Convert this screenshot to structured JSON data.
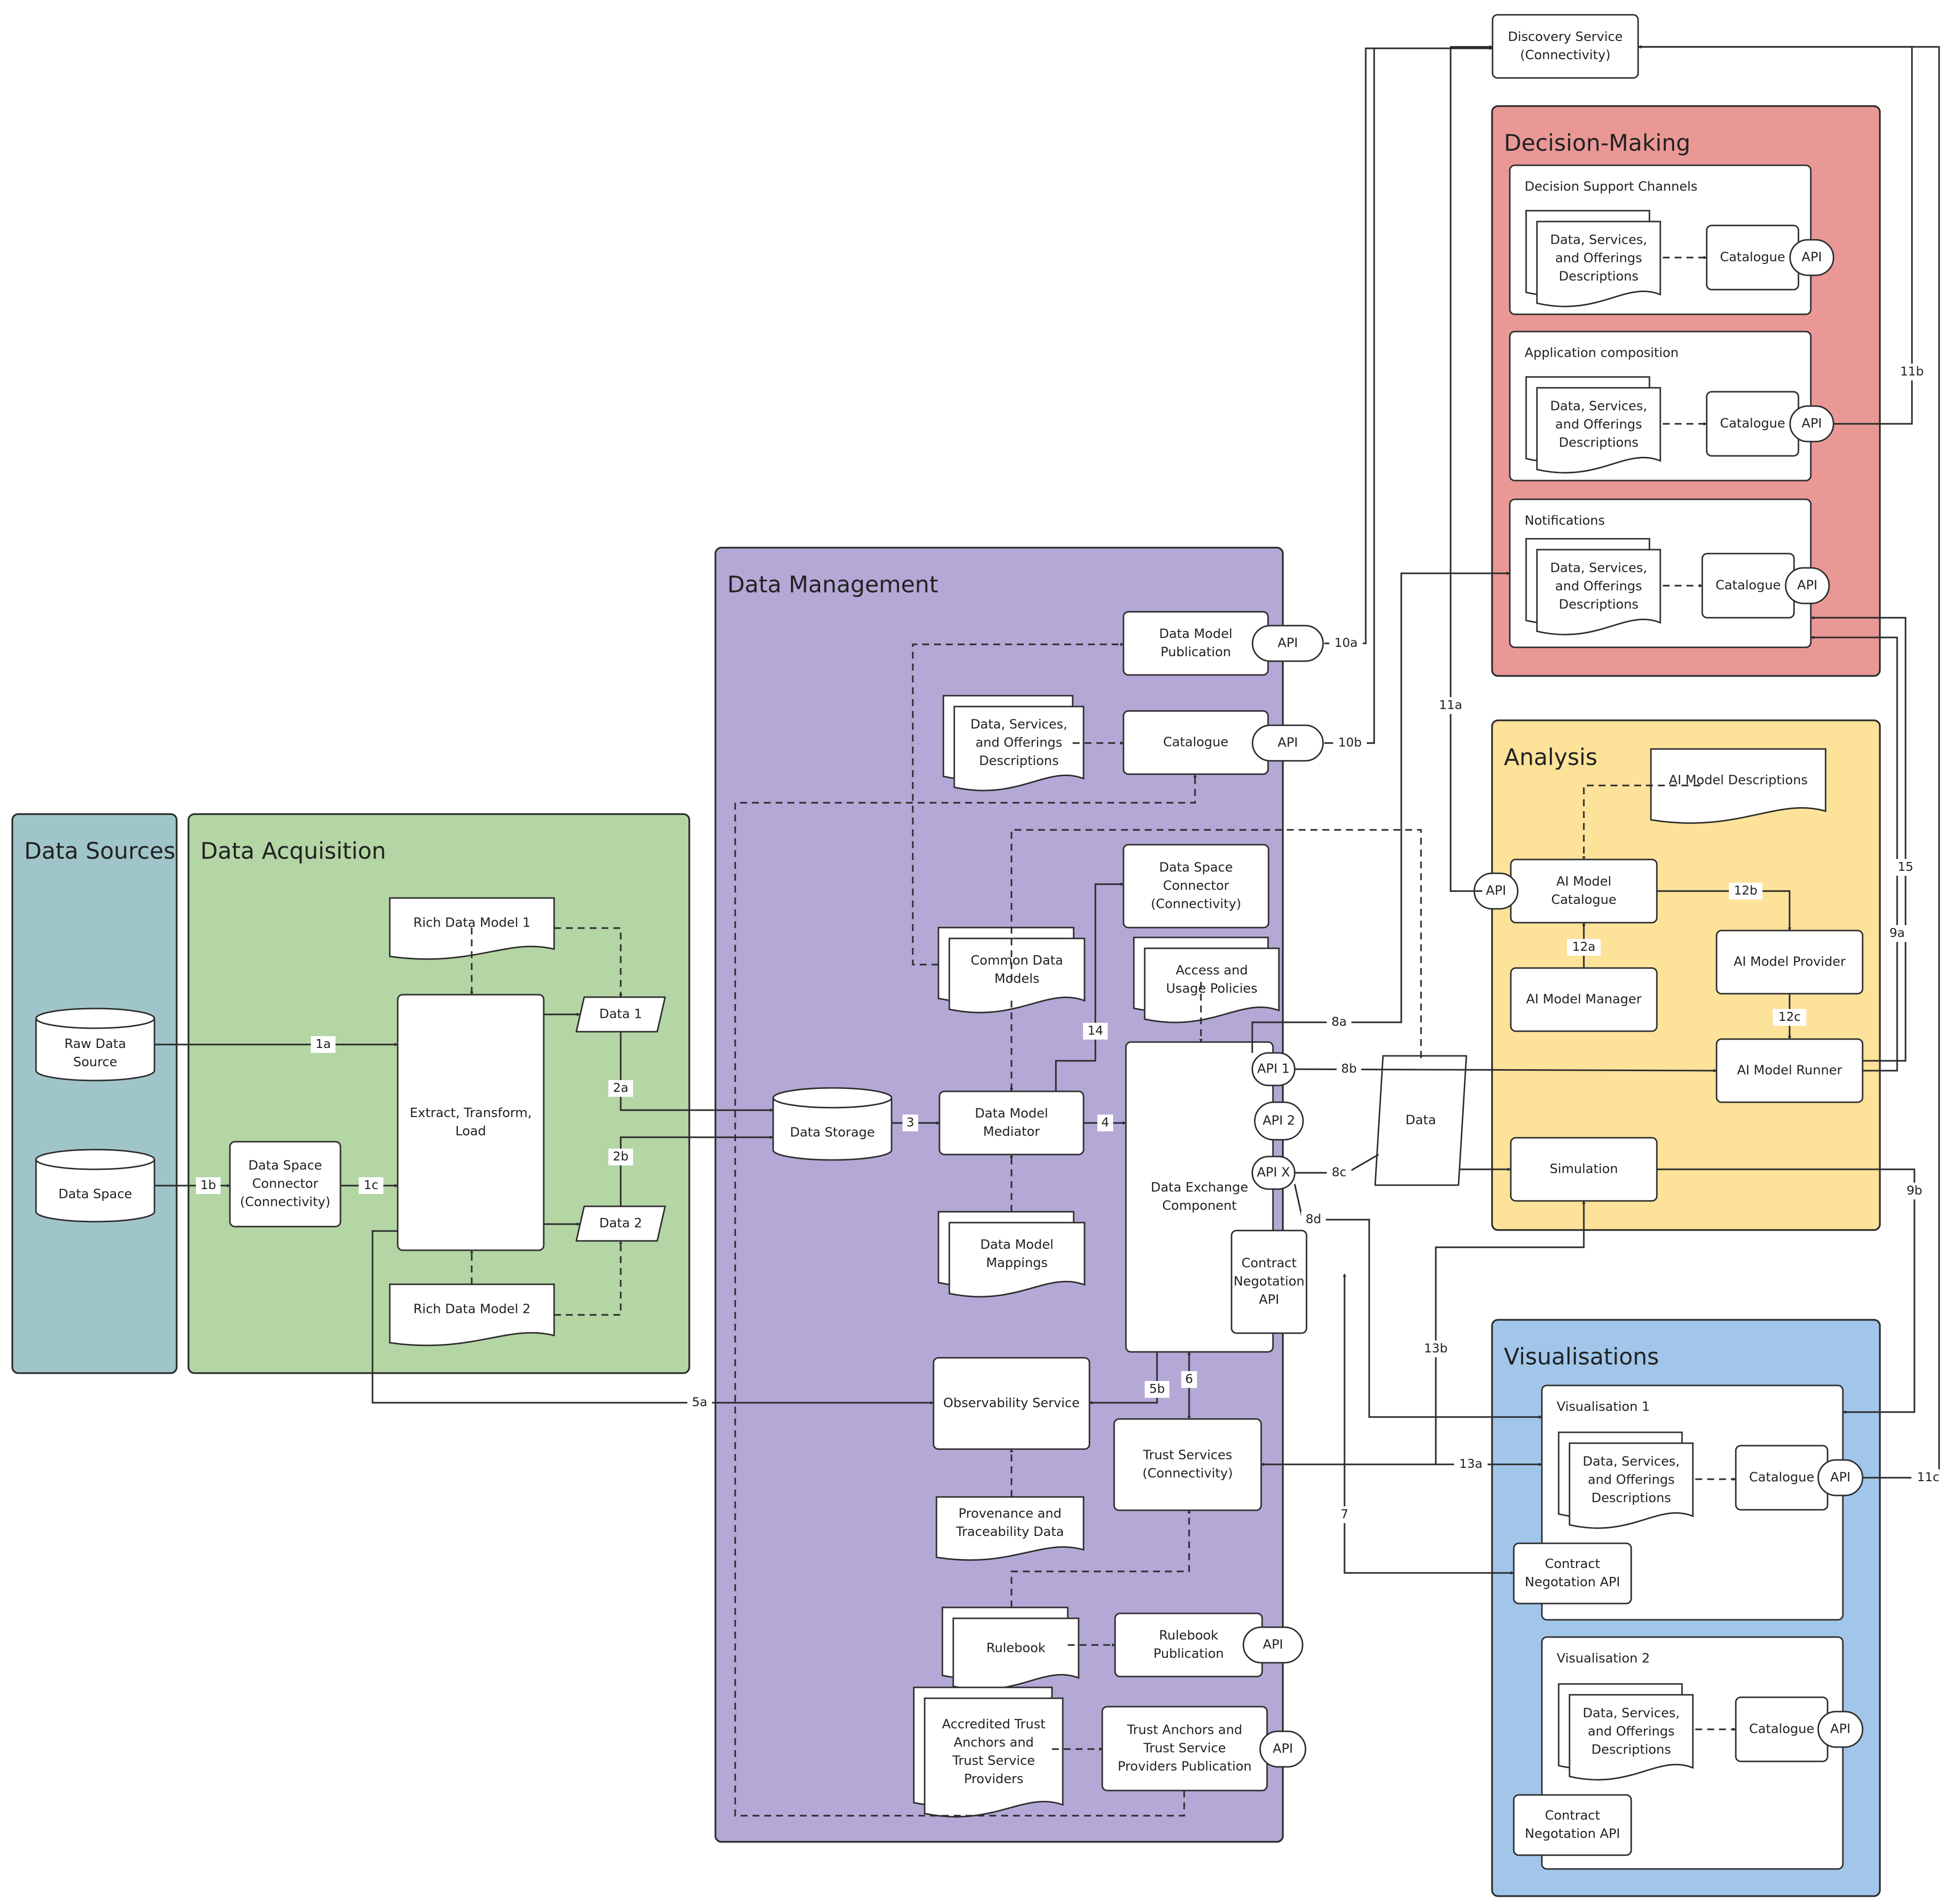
{
  "palette": {
    "sources": "#a0c5c9",
    "acquisition": "#b4d5a4",
    "management": "#b4a8d6",
    "decision": "#e99896",
    "analysis": "#fde29a",
    "visualisations": "#a1c6ea",
    "connectivity": "#f8c9a0",
    "data1": "#f4d5c0",
    "data2": "#dcdcf7",
    "data_token": "#fef5b1"
  },
  "groups": {
    "sources": "Data Sources",
    "acquisition": "Data Acquisition",
    "management": "Data Management",
    "decision": "Decision-Making",
    "analysis": "Analysis",
    "visualisations": "Visualisations"
  },
  "sub_panels": {
    "dsc": "Decision Support Channels",
    "app": "Application composition",
    "notif": "Notifications",
    "vis1": "Visualisation 1",
    "vis2": "Visualisation 2"
  },
  "nodes": {
    "raw_data_source": [
      "Raw Data",
      "Source"
    ],
    "data_space": [
      "Data Space"
    ],
    "dsc_acq": [
      "Data Space",
      "Connector",
      "(Connectivity)"
    ],
    "rich1": [
      "Rich Data Model 1"
    ],
    "rich2": [
      "Rich Data Model 2"
    ],
    "etl": [
      "Extract, Transform,",
      "Load"
    ],
    "data1": [
      "Data 1"
    ],
    "data2": [
      "Data 2"
    ],
    "data_storage": [
      "Data Storage"
    ],
    "dm_publication": [
      "Data Model",
      "Publication"
    ],
    "dm_descriptions": [
      "Data, Services,",
      "and Offerings",
      "Descriptions"
    ],
    "dm_catalogue": [
      "Catalogue"
    ],
    "common_models": [
      "Common Data",
      "Models"
    ],
    "dsc_mgmt": [
      "Data Space",
      "Connector",
      "(Connectivity)"
    ],
    "access_policies": [
      "Access and",
      "Usage Policies"
    ],
    "mediator": [
      "Data Model",
      "Mediator"
    ],
    "mappings": [
      "Data Model",
      "Mappings"
    ],
    "dex": [
      "Data Exchange",
      "Component"
    ],
    "contract_api": [
      "Contract",
      "Negotation",
      "API"
    ],
    "observability": [
      "Observability Service"
    ],
    "trust_services": [
      "Trust Services",
      "(Connectivity)"
    ],
    "provenance": [
      "Provenance and",
      "Traceability Data"
    ],
    "rulebook": [
      "Rulebook"
    ],
    "rulebook_pub": [
      "Rulebook",
      "Publication"
    ],
    "accredited": [
      "Accredited Trust",
      "Anchors and",
      "Trust Service",
      "Providers"
    ],
    "trust_anchors_pub": [
      "Trust Anchors and",
      "Trust Service",
      "Providers Publication"
    ],
    "discovery": [
      "Discovery Service",
      "(Connectivity)"
    ],
    "desc_generic": [
      "Data, Services,",
      "and Offerings",
      "Descriptions"
    ],
    "catalogue": [
      "Catalogue"
    ],
    "api": [
      "API"
    ],
    "api1": [
      "API 1"
    ],
    "api2": [
      "API 2"
    ],
    "apix": [
      "API X"
    ],
    "data_token": [
      "Data"
    ],
    "ai_descriptions": [
      "AI Model Descriptions"
    ],
    "ai_catalogue": [
      "AI Model",
      "Catalogue"
    ],
    "ai_manager": [
      "AI Model Manager"
    ],
    "ai_provider": [
      "AI Model Provider"
    ],
    "ai_runner": [
      "AI Model Runner"
    ],
    "simulation": [
      "Simulation"
    ],
    "vis_contract": [
      "Contract",
      "Negotation API"
    ]
  },
  "edge_labels": [
    "1a",
    "1b",
    "1c",
    "2a",
    "2b",
    "3",
    "4",
    "5a",
    "5b",
    "6",
    "7",
    "8a",
    "8b",
    "8c",
    "8d",
    "9a",
    "9b",
    "10a",
    "10b",
    "11a",
    "11b",
    "11c",
    "12a",
    "12b",
    "12c",
    "13a",
    "13b",
    "14",
    "15"
  ]
}
